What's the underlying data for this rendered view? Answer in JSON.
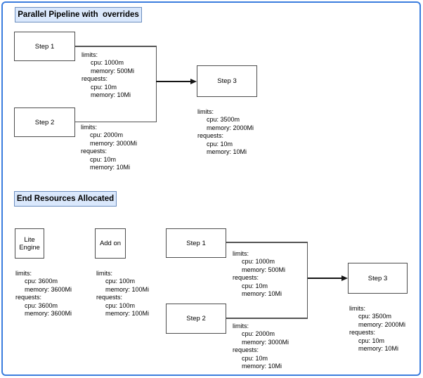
{
  "frame": {
    "border_color": "#3b7dde",
    "title_fill": "#dae8fc",
    "title_stroke": "#6c8ebf"
  },
  "parallel_pipeline": {
    "title": "Parallel Pipeline with  overrides",
    "step1": {
      "label": "Step 1",
      "resources": [
        {
          "t": "limits:",
          "i": 0
        },
        {
          "t": "cpu: 1000m",
          "i": 1
        },
        {
          "t": "memory: 500Mi",
          "i": 1
        },
        {
          "t": "requests:",
          "i": 0
        },
        {
          "t": "cpu: 10m",
          "i": 1
        },
        {
          "t": "memory: 10Mi",
          "i": 1
        }
      ]
    },
    "step2": {
      "label": "Step 2",
      "resources": [
        {
          "t": "limits:",
          "i": 0
        },
        {
          "t": "cpu: 2000m",
          "i": 1
        },
        {
          "t": "memory: 3000Mi",
          "i": 1
        },
        {
          "t": "requests:",
          "i": 0
        },
        {
          "t": "cpu: 10m",
          "i": 1
        },
        {
          "t": "memory: 10Mi",
          "i": 1
        }
      ]
    },
    "step3": {
      "label": "Step 3",
      "resources": [
        {
          "t": "limits:",
          "i": 0
        },
        {
          "t": "cpu: 3500m",
          "i": 1
        },
        {
          "t": "memory: 2000Mi",
          "i": 1
        },
        {
          "t": "requests:",
          "i": 0
        },
        {
          "t": "cpu: 10m",
          "i": 1
        },
        {
          "t": "memory: 10Mi",
          "i": 1
        }
      ]
    }
  },
  "end_resources": {
    "title": "End Resources Allocated",
    "lite_engine": {
      "label": "Lite Engine",
      "resources": [
        {
          "t": "limits:",
          "i": 0
        },
        {
          "t": "cpu: 3600m",
          "i": 1
        },
        {
          "t": "memory: 3600Mi",
          "i": 1
        },
        {
          "t": "requests:",
          "i": 0
        },
        {
          "t": "cpu: 3600m",
          "i": 1
        },
        {
          "t": "memory: 3600Mi",
          "i": 1
        }
      ]
    },
    "add_on": {
      "label": "Add on",
      "resources": [
        {
          "t": "limits:",
          "i": 0
        },
        {
          "t": "cpu: 100m",
          "i": 1
        },
        {
          "t": "memory: 100Mi",
          "i": 1
        },
        {
          "t": "requests:",
          "i": 0
        },
        {
          "t": "cpu: 100m",
          "i": 1
        },
        {
          "t": "memory: 100Mi",
          "i": 1
        }
      ]
    },
    "step1": {
      "label": "Step 1",
      "resources": [
        {
          "t": "limits:",
          "i": 0
        },
        {
          "t": "cpu: 1000m",
          "i": 1
        },
        {
          "t": "memory: 500Mi",
          "i": 1
        },
        {
          "t": "requests:",
          "i": 0
        },
        {
          "t": "cpu: 10m",
          "i": 1
        },
        {
          "t": "memory: 10Mi",
          "i": 1
        }
      ]
    },
    "step2": {
      "label": "Step 2",
      "resources": [
        {
          "t": "limits:",
          "i": 0
        },
        {
          "t": "cpu: 2000m",
          "i": 1
        },
        {
          "t": "memory: 3000Mi",
          "i": 1
        },
        {
          "t": "requests:",
          "i": 0
        },
        {
          "t": "cpu: 10m",
          "i": 1
        },
        {
          "t": "memory: 10Mi",
          "i": 1
        }
      ]
    },
    "step3": {
      "label": "Step 3",
      "resources": [
        {
          "t": "limits:",
          "i": 0
        },
        {
          "t": "cpu: 3500m",
          "i": 1
        },
        {
          "t": "memory: 2000Mi",
          "i": 1
        },
        {
          "t": "requests:",
          "i": 0
        },
        {
          "t": "cpu: 10m",
          "i": 1
        },
        {
          "t": "memory: 10Mi",
          "i": 1
        }
      ]
    }
  }
}
